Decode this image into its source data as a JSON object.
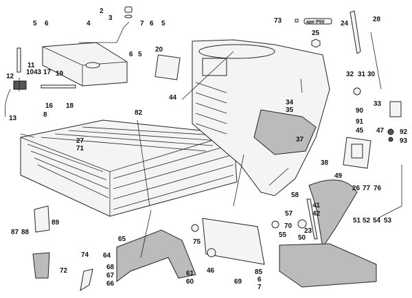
{
  "diagram": {
    "title": "",
    "type": "exploded parts diagram",
    "subject": "Ape P50 three-wheeler cab and cargo bed",
    "badge_text": "ape P50",
    "labels": [
      {
        "id": "2",
        "text": "2"
      },
      {
        "id": "3",
        "text": "3"
      },
      {
        "id": "4",
        "text": "4"
      },
      {
        "id": "5a",
        "text": "5"
      },
      {
        "id": "6a",
        "text": "6"
      },
      {
        "id": "7a",
        "text": "7"
      },
      {
        "id": "6b",
        "text": "6"
      },
      {
        "id": "5b",
        "text": "5"
      },
      {
        "id": "6c",
        "text": "6"
      },
      {
        "id": "5c",
        "text": "5"
      },
      {
        "id": "20",
        "text": "20"
      },
      {
        "id": "11",
        "text": "11"
      },
      {
        "id": "10",
        "text": "10"
      },
      {
        "id": "43",
        "text": "43"
      },
      {
        "id": "17",
        "text": "17"
      },
      {
        "id": "19",
        "text": "19"
      },
      {
        "id": "12",
        "text": "12"
      },
      {
        "id": "16",
        "text": "16"
      },
      {
        "id": "18",
        "text": "18"
      },
      {
        "id": "8",
        "text": "8"
      },
      {
        "id": "13",
        "text": "13"
      },
      {
        "id": "82",
        "text": "82"
      },
      {
        "id": "27",
        "text": "27"
      },
      {
        "id": "71",
        "text": "71"
      },
      {
        "id": "44",
        "text": "44"
      },
      {
        "id": "73",
        "text": "73"
      },
      {
        "id": "24",
        "text": "24"
      },
      {
        "id": "25",
        "text": "25"
      },
      {
        "id": "28",
        "text": "28"
      },
      {
        "id": "32",
        "text": "32"
      },
      {
        "id": "31",
        "text": "31"
      },
      {
        "id": "30",
        "text": "30"
      },
      {
        "id": "33",
        "text": "33"
      },
      {
        "id": "34",
        "text": "34"
      },
      {
        "id": "35",
        "text": "35"
      },
      {
        "id": "90",
        "text": "90"
      },
      {
        "id": "91",
        "text": "91"
      },
      {
        "id": "45",
        "text": "45"
      },
      {
        "id": "47",
        "text": "47"
      },
      {
        "id": "92",
        "text": "92"
      },
      {
        "id": "93",
        "text": "93"
      },
      {
        "id": "37",
        "text": "37"
      },
      {
        "id": "38",
        "text": "38"
      },
      {
        "id": "49",
        "text": "49"
      },
      {
        "id": "26",
        "text": "26"
      },
      {
        "id": "77",
        "text": "77"
      },
      {
        "id": "76",
        "text": "76"
      },
      {
        "id": "58",
        "text": "58"
      },
      {
        "id": "57",
        "text": "57"
      },
      {
        "id": "41",
        "text": "41"
      },
      {
        "id": "42",
        "text": "42"
      },
      {
        "id": "70",
        "text": "70"
      },
      {
        "id": "23",
        "text": "23"
      },
      {
        "id": "50",
        "text": "50"
      },
      {
        "id": "55",
        "text": "55"
      },
      {
        "id": "51",
        "text": "51"
      },
      {
        "id": "52",
        "text": "52"
      },
      {
        "id": "54",
        "text": "54"
      },
      {
        "id": "53",
        "text": "53"
      },
      {
        "id": "87",
        "text": "87"
      },
      {
        "id": "88",
        "text": "88"
      },
      {
        "id": "89",
        "text": "89"
      },
      {
        "id": "74",
        "text": "74"
      },
      {
        "id": "64",
        "text": "64"
      },
      {
        "id": "65",
        "text": "65"
      },
      {
        "id": "72",
        "text": "72"
      },
      {
        "id": "68",
        "text": "68"
      },
      {
        "id": "67",
        "text": "67"
      },
      {
        "id": "66",
        "text": "66"
      },
      {
        "id": "75",
        "text": "75"
      },
      {
        "id": "46",
        "text": "46"
      },
      {
        "id": "61",
        "text": "61"
      },
      {
        "id": "60",
        "text": "60"
      },
      {
        "id": "69",
        "text": "69"
      },
      {
        "id": "85",
        "text": "85"
      },
      {
        "id": "6d",
        "text": "6"
      },
      {
        "id": "7b",
        "text": "7"
      }
    ]
  }
}
